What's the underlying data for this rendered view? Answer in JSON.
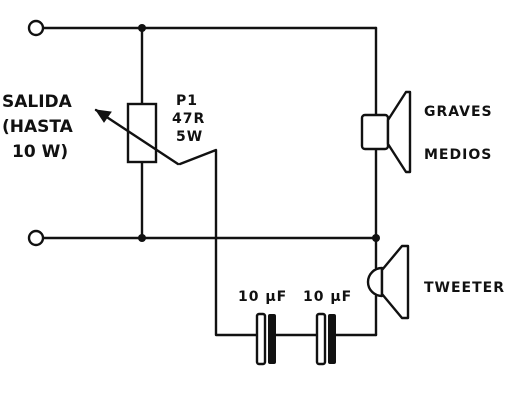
{
  "output_label": {
    "line1": "SALIDA",
    "line2": "(HASTA",
    "line3": "10 W)"
  },
  "potentiometer": {
    "name": "P1",
    "resistance": "47R",
    "power": "5W"
  },
  "capacitors": {
    "c1": "10 µF",
    "c2": "10 µF"
  },
  "speakers": {
    "woofer_label_1": "GRAVES",
    "woofer_label_2": "MEDIOS",
    "tweeter_label": "TWEETER"
  },
  "colors": {
    "ink": "#111111",
    "background": "#ffffff"
  }
}
